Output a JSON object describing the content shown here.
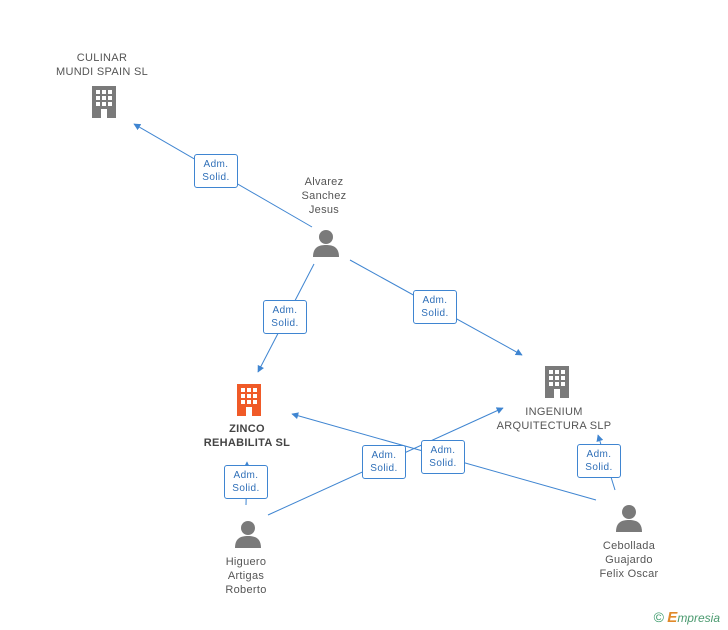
{
  "nodes": {
    "culinar": {
      "lines": [
        "CULINAR",
        "MUNDI SPAIN SL"
      ],
      "kind": "company"
    },
    "alvarez": {
      "lines": [
        "Alvarez",
        "Sanchez",
        "Jesus"
      ],
      "kind": "person"
    },
    "zinco": {
      "lines": [
        "ZINCO",
        "REHABILITA SL"
      ],
      "kind": "company-focus"
    },
    "ingenium": {
      "lines": [
        "INGENIUM",
        "ARQUITECTURA SLP"
      ],
      "kind": "company"
    },
    "higuero": {
      "lines": [
        "Higuero",
        "Artigas",
        "Roberto"
      ],
      "kind": "person"
    },
    "cebollada": {
      "lines": [
        "Cebollada",
        "Guajardo",
        "Felix Oscar"
      ],
      "kind": "person"
    }
  },
  "edges": [
    {
      "from": "alvarez",
      "to": "culinar",
      "label": [
        "Adm.",
        "Solid."
      ]
    },
    {
      "from": "alvarez",
      "to": "zinco",
      "label": [
        "Adm.",
        "Solid."
      ]
    },
    {
      "from": "alvarez",
      "to": "ingenium",
      "label": [
        "Adm.",
        "Solid."
      ]
    },
    {
      "from": "higuero",
      "to": "zinco",
      "label": [
        "Adm.",
        "Solid."
      ]
    },
    {
      "from": "higuero",
      "to": "ingenium",
      "label": [
        "Adm.",
        "Solid."
      ]
    },
    {
      "from": "cebollada",
      "to": "zinco",
      "label": [
        "Adm.",
        "Solid."
      ]
    },
    {
      "from": "cebollada",
      "to": "ingenium",
      "label": [
        "Adm.",
        "Solid."
      ]
    }
  ],
  "colors": {
    "edge": "#3f85d1",
    "icon": "#7a7a7a",
    "focus_icon": "#f05a28"
  },
  "icons": {
    "company": "building-icon",
    "person": "person-icon"
  },
  "footer": {
    "copyright": "©",
    "brand_initial": "E",
    "brand_rest": "mpresia"
  }
}
